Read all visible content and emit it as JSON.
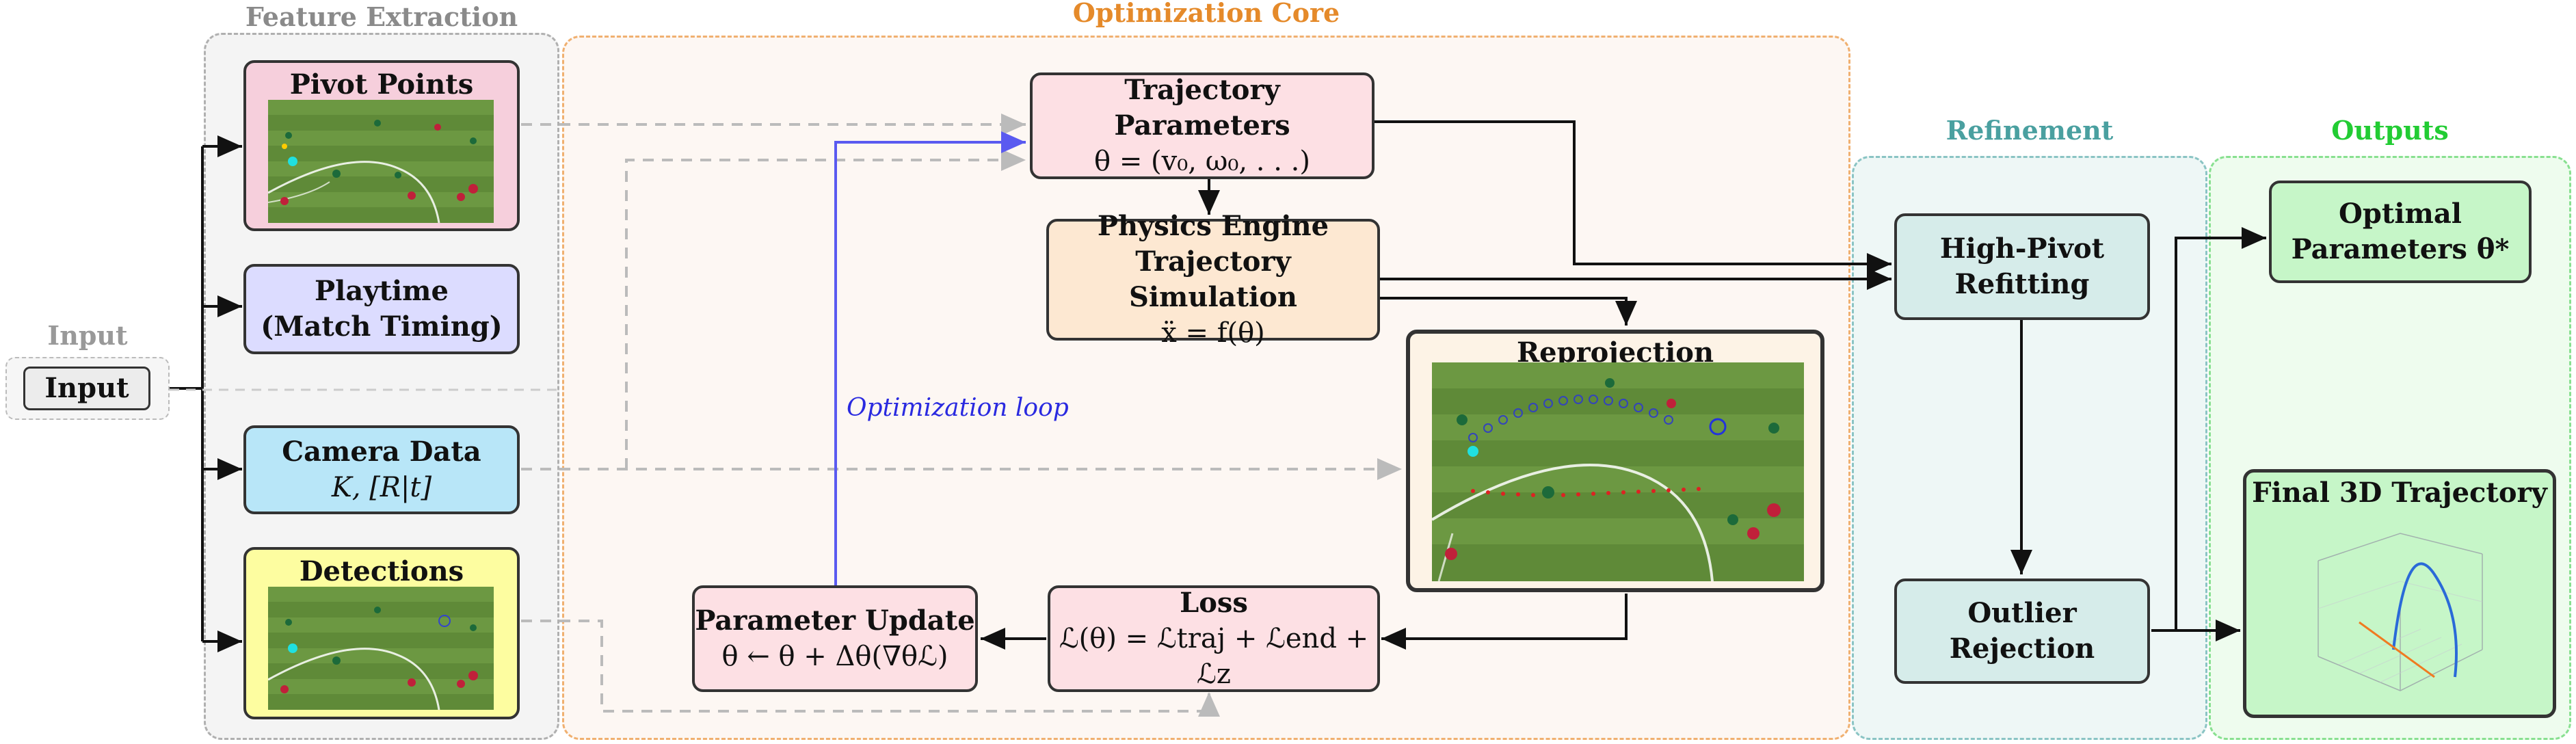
{
  "groups": {
    "input": "Input",
    "feature": "Feature Extraction",
    "optimization": "Optimization Core",
    "refinement": "Refinement",
    "outputs": "Outputs"
  },
  "nodes": {
    "input": "Input",
    "pivot_points": "Pivot Points",
    "playtime_l1": "Playtime",
    "playtime_l2": "(Match Timing)",
    "camera_l1": "Camera Data",
    "camera_l2": "K, [R|t]",
    "detections": "Detections",
    "traj_params_l1": "Trajectory Parameters",
    "traj_params_l2": "θ = (v₀, ω₀, . . .)",
    "physics_l1": "Physics Engine",
    "physics_l2": "Trajectory Simulation",
    "physics_l3": "ẍ = f(θ)",
    "reprojection": "Reprojection",
    "loss_l1": "Loss",
    "loss_l2": "ℒ(θ) = ℒtraj + ℒend + ℒz",
    "param_update_l1": "Parameter Update",
    "param_update_l2": "θ ← θ + Δθ(∇θℒ)",
    "high_pivot_l1": "High-Pivot",
    "high_pivot_l2": "Refitting",
    "outlier_l1": "Outlier",
    "outlier_l2": "Rejection",
    "optimal_l1": "Optimal",
    "optimal_l2": "Parameters θ*",
    "final_traj": "Final 3D Trajectory"
  },
  "labels": {
    "optimization_loop": "Optimization loop"
  },
  "colors": {
    "feature_group": "#9a9a9a",
    "optimization_group": "#f0a050",
    "refinement_group": "#4a9a9a",
    "outputs_group": "#22cc33",
    "pivot_fill": "#f6cfdc",
    "playtime_fill": "#dcdcff",
    "camera_fill": "#b8e6f8",
    "detections_fill": "#fdfda0",
    "traj_fill": "#fde0e4",
    "physics_fill": "#fde8d2",
    "refine_fill": "#d6ecea",
    "output_fill": "#c6f6c8",
    "loop_arrow": "#5a5af0",
    "pitch_green": "#5f8a38"
  }
}
